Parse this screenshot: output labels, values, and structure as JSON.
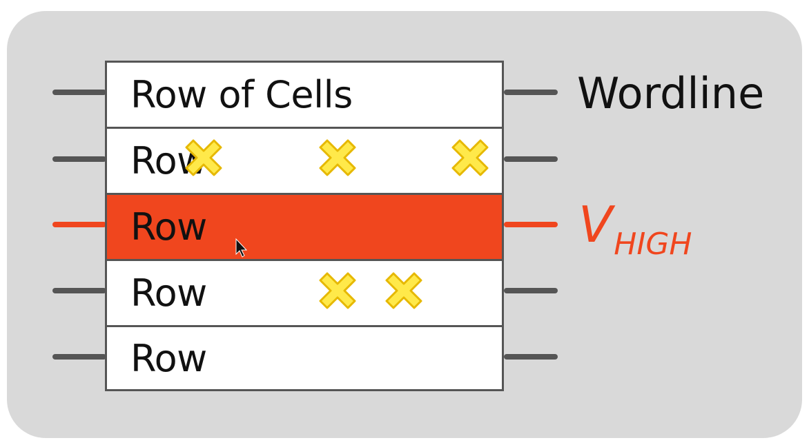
{
  "diagram": {
    "header_row_label": "Row of Cells",
    "row_label": "Row",
    "wordline_label": "Wordline",
    "vhigh_main": "V",
    "vhigh_sub": "HIGH",
    "rows": [
      {
        "label": "Row of Cells",
        "state": "normal",
        "errors": 0
      },
      {
        "label": "Row",
        "state": "disturbed",
        "errors": 3
      },
      {
        "label": "Row",
        "state": "activated",
        "errors": 0
      },
      {
        "label": "Row",
        "state": "disturbed",
        "errors": 2
      },
      {
        "label": "Row",
        "state": "normal",
        "errors": 0
      }
    ],
    "colors": {
      "panel": "#d9d9d9",
      "wire": "#555555",
      "active_row": "#f0461e",
      "active_wire": "#f0461e",
      "error_fill": "#ffe94a",
      "error_stroke": "#e6b800"
    },
    "icons": {
      "error": "bit-flip-x-icon",
      "pointer": "mouse-cursor-icon"
    }
  }
}
